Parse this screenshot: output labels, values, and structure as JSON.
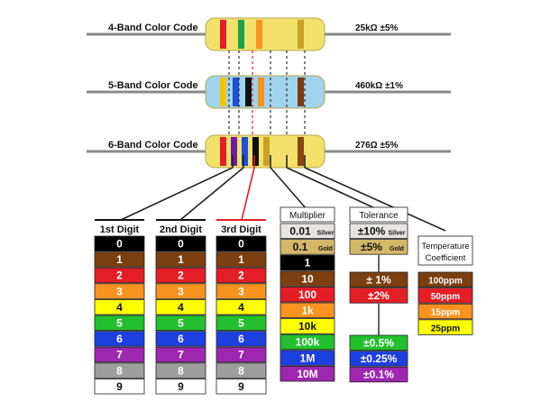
{
  "resistors": [
    {
      "label": "4-Band Color Code",
      "value": "25kΩ  ±5%",
      "body_color": "#f2e26c",
      "bands": [
        "#e41e26",
        "#1aa34a",
        "#f7931e",
        "#c9a227"
      ]
    },
    {
      "label": "5-Band Color Code",
      "value": "460kΩ ±1%",
      "body_color": "#9fd3ee",
      "bands": [
        "#f5c400",
        "#1e4fd8",
        "#111111",
        "#f7931e",
        "#7a3b12"
      ]
    },
    {
      "label": "6-Band Color Code",
      "value": "276Ω  ±5%",
      "body_color": "#f2e26c",
      "bands": [
        "#e41e26",
        "#6a1fa0",
        "#1e4fd8",
        "#111111",
        "#c9a227",
        "#8b4513"
      ]
    }
  ],
  "digit_columns": [
    {
      "header": "1st Digit",
      "header_color": "#111111",
      "rule_color": "#111111"
    },
    {
      "header": "2nd Digit",
      "header_color": "#111111",
      "rule_color": "#111111"
    },
    {
      "header": "3rd Digit",
      "header_color": "#111111",
      "rule_color": "#e41e26"
    }
  ],
  "digit_cells": [
    {
      "text": "0",
      "bg": "#000000",
      "fg": "#ffffff"
    },
    {
      "text": "1",
      "bg": "#7b3f10",
      "fg": "#ffffff"
    },
    {
      "text": "2",
      "bg": "#e41e26",
      "fg": "#ffffff"
    },
    {
      "text": "3",
      "bg": "#f7931e",
      "fg": "#ffffff"
    },
    {
      "text": "4",
      "bg": "#ffff00",
      "fg": "#111111"
    },
    {
      "text": "5",
      "bg": "#22c02e",
      "fg": "#ffffff"
    },
    {
      "text": "6",
      "bg": "#1d3fe0",
      "fg": "#ffffff"
    },
    {
      "text": "7",
      "bg": "#9d27b0",
      "fg": "#ffffff"
    },
    {
      "text": "8",
      "bg": "#9e9e9e",
      "fg": "#ffffff"
    },
    {
      "text": "9",
      "bg": "#ffffff",
      "fg": "#111111"
    }
  ],
  "multiplier": {
    "header": "Multiplier",
    "cells": [
      {
        "text": "0.01",
        "sub": "Silver",
        "bg": "#e8e4e4",
        "fg": "#111111"
      },
      {
        "text": "0.1",
        "sub": "Gold",
        "bg": "#d4b86a",
        "fg": "#111111"
      },
      {
        "text": "1",
        "bg": "#000000",
        "fg": "#ffffff"
      },
      {
        "text": "10",
        "bg": "#7b3f10",
        "fg": "#ffffff"
      },
      {
        "text": "100",
        "bg": "#e41e26",
        "fg": "#ffffff"
      },
      {
        "text": "1k",
        "bg": "#f7931e",
        "fg": "#ffffff"
      },
      {
        "text": "10k",
        "bg": "#ffff00",
        "fg": "#111111"
      },
      {
        "text": "100k",
        "bg": "#22c02e",
        "fg": "#ffffff"
      },
      {
        "text": "1M",
        "bg": "#1d3fe0",
        "fg": "#ffffff"
      },
      {
        "text": "10M",
        "bg": "#9d27b0",
        "fg": "#ffffff"
      }
    ]
  },
  "tolerance": {
    "header": "Tolerance",
    "cells": [
      {
        "text": "±10%",
        "sub": "Silver",
        "bg": "#e8e4e4",
        "fg": "#111111"
      },
      {
        "text": "±5%",
        "sub": "Gold",
        "bg": "#d4b86a",
        "fg": "#111111"
      },
      {
        "text": "± 1%",
        "bg": "#7b3f10",
        "fg": "#ffffff"
      },
      {
        "text": "±2%",
        "bg": "#e41e26",
        "fg": "#ffffff"
      },
      {
        "text": "±0.5%",
        "bg": "#22c02e",
        "fg": "#ffffff"
      },
      {
        "text": "±0.25%",
        "bg": "#1d3fe0",
        "fg": "#ffffff"
      },
      {
        "text": "±0.1%",
        "bg": "#9d27b0",
        "fg": "#ffffff"
      }
    ]
  },
  "tempco": {
    "header_line1": "Temperature",
    "header_line2": "Coefficient",
    "cells": [
      {
        "text": "100ppm",
        "bg": "#7b3f10",
        "fg": "#ffffff"
      },
      {
        "text": "50ppm",
        "bg": "#e41e26",
        "fg": "#ffffff"
      },
      {
        "text": "15ppm",
        "bg": "#f7931e",
        "fg": "#ffffff"
      },
      {
        "text": "25ppm",
        "bg": "#ffff00",
        "fg": "#111111"
      }
    ]
  }
}
